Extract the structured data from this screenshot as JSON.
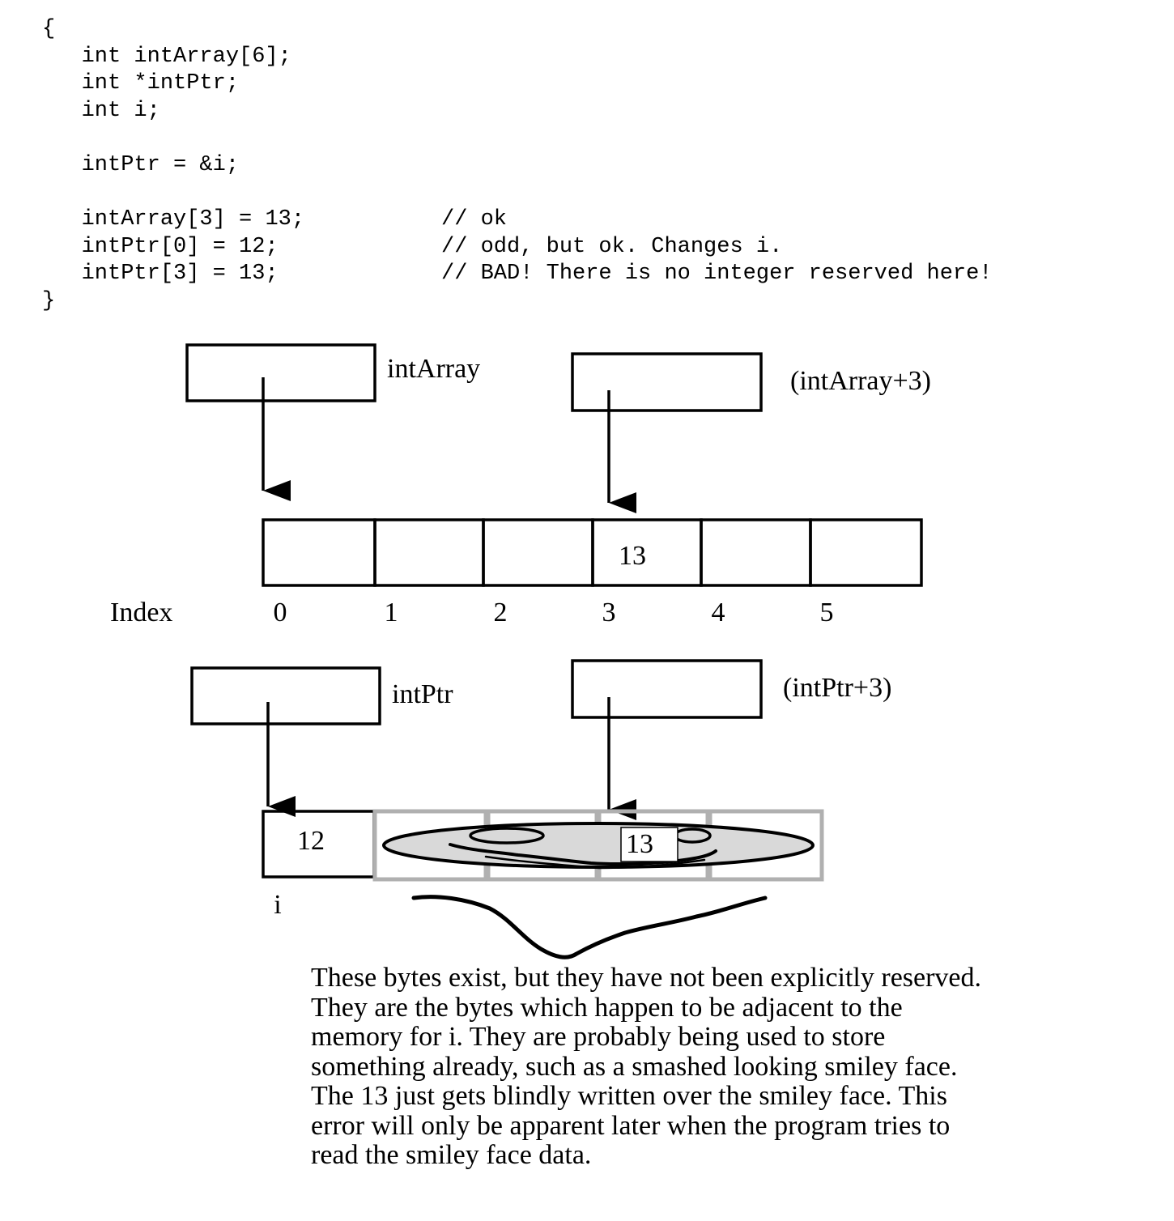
{
  "code": {
    "lines": [
      {
        "stmt": "{",
        "comment": ""
      },
      {
        "stmt": "   int intArray[6];",
        "comment": ""
      },
      {
        "stmt": "   int *intPtr;",
        "comment": ""
      },
      {
        "stmt": "   int i;",
        "comment": ""
      },
      {
        "stmt": "",
        "comment": ""
      },
      {
        "stmt": "   intPtr = &i;",
        "comment": ""
      },
      {
        "stmt": "",
        "comment": ""
      },
      {
        "stmt": "   intArray[3] = 13;",
        "comment": "// ok"
      },
      {
        "stmt": "   intPtr[0] = 12;",
        "comment": "// odd, but ok. Changes i."
      },
      {
        "stmt": "   intPtr[3] = 13;",
        "comment": "// BAD! There is no integer reserved here!"
      },
      {
        "stmt": "}",
        "comment": ""
      }
    ]
  },
  "diagram": {
    "intArray_label": "intArray",
    "intArray_plus3_label": "(intArray+3)",
    "array_cells": [
      "",
      "",
      "",
      "13",
      "",
      ""
    ],
    "index_label": "Index",
    "indices": [
      "0",
      "1",
      "2",
      "3",
      "4",
      "5"
    ],
    "intPtr_label": "intPtr",
    "intPtr_plus3_label": "(intPtr+3)",
    "i_cell_value": "12",
    "i_label": "i",
    "overwrite_value": "13"
  },
  "caption": {
    "lines": [
      "These bytes exist, but they have not been explicitly reserved.",
      "They are the bytes which happen to be adjacent to the",
      "memory for i. They are probably being used to store",
      "something already, such as a smashed looking smiley face.",
      "The 13 just gets blindly written over the smiley face. This",
      "error will only be apparent later when the program tries to",
      "read the smiley face data."
    ]
  },
  "colors": {
    "ink": "#000000",
    "unreserved_border": "#b0b0b0",
    "smiley_fill": "#d9d9d9"
  }
}
